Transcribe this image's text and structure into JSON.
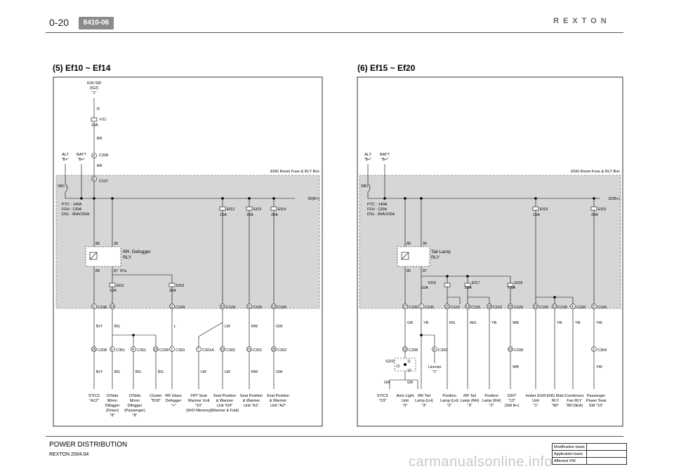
{
  "header": {
    "page_number": "0-20",
    "section_code": "8410-06",
    "brand": "REXTON"
  },
  "footer": {
    "title": "POWER DISTRIBUTION",
    "model_date": "REXTON 2004.04",
    "table_rows": [
      "Modification basis",
      "Application basis",
      "Affected VIN"
    ]
  },
  "watermark": "carmanualsonline.info",
  "left": {
    "title": "(5) Ef10 ~ Ef14",
    "ign_sw": [
      "IGN SW",
      "(IG2)",
      "\"1\""
    ],
    "r_wire": "R",
    "f21": [
      "F21",
      "10A"
    ],
    "br1": "BR",
    "pin4": "4",
    "c208a": "C208",
    "br2": "BR",
    "alt": [
      "ALT",
      "\"B+\""
    ],
    "batt": [
      "BATT",
      "\"B+\""
    ],
    "pin8": "8",
    "c107": "C107",
    "box_label": "ENG Room Fuse & RLY Box",
    "sb1": "SB1",
    "bus": "30(B+)",
    "ptc": [
      "PTC : 140A",
      "FFH : 120A",
      "DSL : 80A/100A"
    ],
    "ef12": [
      "Ef12",
      "15A"
    ],
    "ef13": [
      "Ef13",
      "20A"
    ],
    "ef14": [
      "Ef14",
      "20A"
    ],
    "relay_pins": [
      "86",
      "30",
      "85",
      "87",
      "87a"
    ],
    "relay_name": [
      "RR. Defogger",
      "RLY"
    ],
    "ef11": [
      "Ef11",
      "10A"
    ],
    "ef10": [
      "Ef10",
      "30A"
    ],
    "conn_row": [
      {
        "pin": "9",
        "conn": "C106"
      },
      {
        "pin": "14",
        "conn": ""
      },
      {
        "pin": "11",
        "conn": "C109"
      },
      {
        "pin": "16",
        "conn": "C109"
      },
      {
        "pin": "11",
        "conn": "C105"
      },
      {
        "pin": "13",
        "conn": "C105"
      }
    ],
    "wire_top": [
      "BrY",
      "BG",
      "L",
      "LW",
      "RW",
      "GW"
    ],
    "conn_row2": [
      {
        "pin": "25",
        "conn": "C208"
      },
      {
        "pin": "5",
        "conn": "C351"
      },
      {
        "pin": "4",
        "conn": "C361"
      },
      {
        "pin": "19",
        "conn": "C208"
      },
      {
        "pin": "1",
        "conn": "C393"
      },
      {
        "pin": "7",
        "conn": "C301A"
      },
      {
        "pin": "10",
        "conn": "C302"
      },
      {
        "pin": "21",
        "conn": "C302"
      },
      {
        "pin": "20",
        "conn": "C302"
      }
    ],
    "wire_bot": [
      "BrY",
      "BG",
      "BG",
      "BG",
      "LW",
      "LW",
      "RW",
      "GW"
    ],
    "loads": [
      [
        "STICS",
        "\"A12\""
      ],
      [
        "O/Side",
        "Mirror",
        "Difogger",
        "(Driver)",
        "\"8\""
      ],
      [
        "O/Side",
        "Mirror",
        "Difogger",
        "(Passenger)",
        "\"8\""
      ],
      [
        "Cluster",
        "\"B18\""
      ],
      [
        "RR Glass",
        "Defogger",
        "\"+\""
      ],
      [
        "FRT Seat",
        "Warmer Unit",
        "\"10\"",
        "(W/O Memory)"
      ],
      [
        "Seat Position",
        "& Warmer",
        "Unit \"D4\"",
        "(Warmer & Fold)"
      ],
      [
        "Seat Position",
        "& Warmer",
        "Unit \"A1\""
      ],
      [
        "Seat Position",
        "& Warmer",
        "Unit \"A2\""
      ]
    ]
  },
  "right": {
    "title": "(6) Ef15 ~ Ef20",
    "alt": [
      "ALT",
      "\"B+\""
    ],
    "batt": [
      "BATT",
      "\"B+\""
    ],
    "box_label": "ENG Room Fuse & RLY Box",
    "sb1": "SB1",
    "bus": "30(B+)",
    "ptc": [
      "PTC : 140A",
      "FFH : 120A",
      "DSL : 80A/100A"
    ],
    "ef19": [
      "Ef19",
      "15A"
    ],
    "ef15": [
      "Ef15",
      "20A"
    ],
    "relay_pins": [
      "86",
      "30",
      "85",
      "87"
    ],
    "relay_name": [
      "Tail Lamp",
      "RLY"
    ],
    "ef16": [
      "Ef16",
      "10A"
    ],
    "ef17": [
      "Ef17",
      "10A"
    ],
    "ef18": [
      "Ef18",
      "7.5A"
    ],
    "conn_row": [
      {
        "pin": "27",
        "conn": "C105"
      },
      {
        "pin": "1",
        "conn": "C105"
      },
      {
        "pin": "15",
        "conn": "C102"
      },
      {
        "pin": "19",
        "conn": "C105"
      },
      {
        "pin": "18",
        "conn": "C102"
      },
      {
        "pin": "25",
        "conn": "C105"
      },
      {
        "pin": "23",
        "conn": "C105"
      },
      {
        "pin": "10",
        "conn": "C105"
      },
      {
        "pin": "4",
        "conn": "C106"
      },
      {
        "pin": "8",
        "conn": "C105"
      }
    ],
    "wire_top": [
      "GR",
      "YB",
      "RG",
      "WG",
      "YB",
      "WB",
      "YR",
      "YR",
      "YW"
    ],
    "conn_row2": [
      {
        "pin": "15",
        "conn": "C208"
      },
      {
        "pin": "8",
        "conn": "C392"
      },
      {
        "pin": "15",
        "conn": "C208"
      },
      {
        "pin": "3",
        "conn": "C304"
      }
    ],
    "s202": "S202",
    "s202_pins": [
      "11",
      "12",
      "13"
    ],
    "license": [
      "License",
      "\"1\""
    ],
    "wire_bot": [
      "GR",
      "GR",
      "WB",
      "YW"
    ],
    "loads": [
      [
        "STICS",
        "\"C9\""
      ],
      [
        "Auto Light",
        "Unit",
        "\"5\""
      ],
      [
        "RR Tail",
        "Lamp (LH)",
        "\"3\""
      ],
      [
        "Position",
        "Lamp (LH)",
        "\"2\""
      ],
      [
        "RR Tail",
        "Lamp (RH)",
        "\"3\""
      ],
      [
        "Position",
        "Lamp (RH)",
        "\"2\""
      ],
      [
        "S207",
        "\"13\"",
        "(SW B+)"
      ],
      [
        "Huber EGR",
        "Unit",
        "\"1\""
      ],
      [
        "ENG Main",
        "RLY",
        "\"86\""
      ],
      [
        "Condensor",
        "Fan RLY",
        "\"86\"(3EA)"
      ],
      [
        "Passenger",
        "Power Seat",
        "SW \"10\""
      ]
    ]
  }
}
